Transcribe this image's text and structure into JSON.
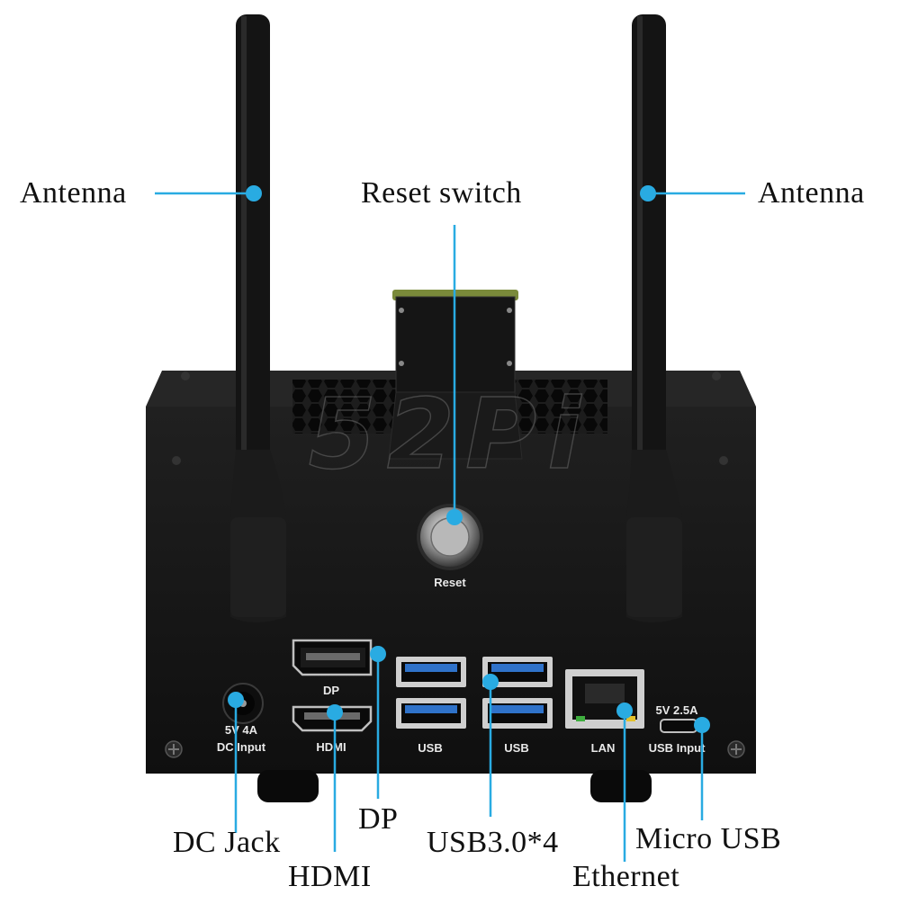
{
  "callouts": {
    "antenna_left": "Antenna",
    "reset_switch": "Reset switch",
    "antenna_right": "Antenna",
    "dc_jack": "DC Jack",
    "hdmi": "HDMI",
    "dp": "DP",
    "usb": "USB3.0*4",
    "ethernet": "Ethernet",
    "micro_usb": "Micro USB"
  },
  "panel_labels": {
    "reset": "Reset",
    "dc_volts": "5V 4A",
    "dc_input": "DC Input",
    "dp": "DP",
    "hdmi": "HDMI",
    "usb_1": "USB",
    "usb_2": "USB",
    "lan": "LAN",
    "micro_volts": "5V 2.5A",
    "usb_input": "USB Input"
  },
  "watermark": "52Pi",
  "colors": {
    "callout_line": "#29abe2",
    "callout_dot": "#29abe2",
    "case_body": "#161616",
    "usb_port_blue": "#2f72c9"
  }
}
